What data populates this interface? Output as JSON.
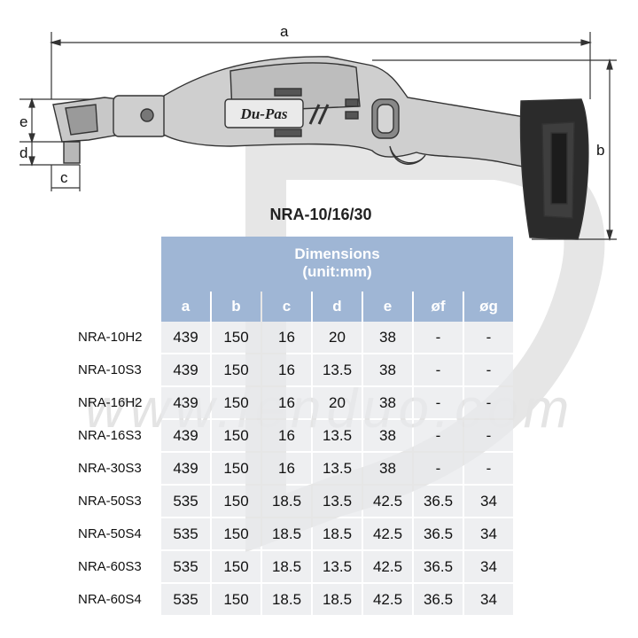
{
  "brand": {
    "logo_text": "Du-Pas"
  },
  "drawing": {
    "title": "NRA-10/16/30",
    "dimension_letters": [
      "a",
      "b",
      "c",
      "d",
      "e"
    ]
  },
  "watermark": {
    "text": "www.lenduo.com"
  },
  "table": {
    "header": "Dimensions\n(unit:mm)",
    "columns": [
      "a",
      "b",
      "c",
      "d",
      "e",
      "øf",
      "øg"
    ],
    "rows": [
      {
        "model": "NRA-10H2",
        "values": [
          "439",
          "150",
          "16",
          "20",
          "38",
          "-",
          "-"
        ]
      },
      {
        "model": "NRA-10S3",
        "values": [
          "439",
          "150",
          "16",
          "13.5",
          "38",
          "-",
          "-"
        ]
      },
      {
        "model": "NRA-16H2",
        "values": [
          "439",
          "150",
          "16",
          "20",
          "38",
          "-",
          "-"
        ]
      },
      {
        "model": "NRA-16S3",
        "values": [
          "439",
          "150",
          "16",
          "13.5",
          "38",
          "-",
          "-"
        ]
      },
      {
        "model": "NRA-30S3",
        "values": [
          "439",
          "150",
          "16",
          "13.5",
          "38",
          "-",
          "-"
        ]
      },
      {
        "model": "NRA-50S3",
        "values": [
          "535",
          "150",
          "18.5",
          "13.5",
          "42.5",
          "36.5",
          "34"
        ]
      },
      {
        "model": "NRA-50S4",
        "values": [
          "535",
          "150",
          "18.5",
          "18.5",
          "42.5",
          "36.5",
          "34"
        ]
      },
      {
        "model": "NRA-60S3",
        "values": [
          "535",
          "150",
          "18.5",
          "13.5",
          "42.5",
          "36.5",
          "34"
        ]
      },
      {
        "model": "NRA-60S4",
        "values": [
          "535",
          "150",
          "18.5",
          "18.5",
          "42.5",
          "36.5",
          "34"
        ]
      }
    ]
  }
}
